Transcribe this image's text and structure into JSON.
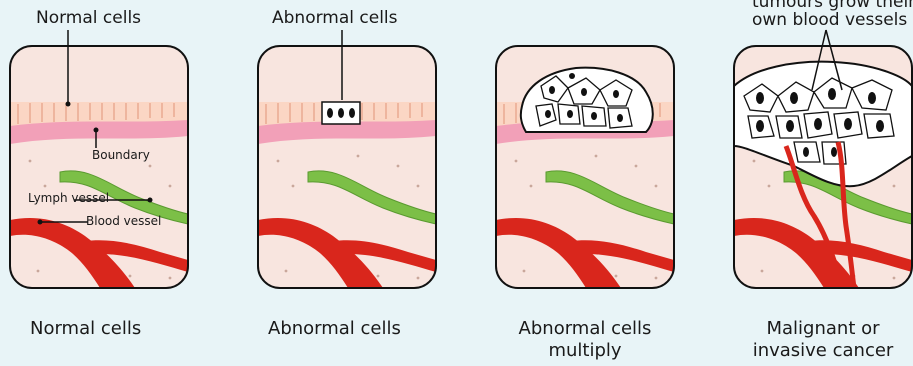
{
  "panels": [
    {
      "top_label": "Normal cells",
      "caption": "Normal cells"
    },
    {
      "top_label": "Abnormal cells",
      "caption": "Abnormal cells"
    },
    {
      "top_label": "",
      "caption_line1": "Abnormal cells",
      "caption_line2": "multiply"
    },
    {
      "top_label_line1": "tumours grow their",
      "top_label_line2": "own blood vessels",
      "caption_line1": "Malignant or",
      "caption_line2": "invasive cancer"
    }
  ],
  "annotations": {
    "boundary": "Boundary",
    "lymph_vessel": "Lymph vessel",
    "blood_vessel": "Blood vessel"
  },
  "colors": {
    "background": "#e8f4f7",
    "tissue": "#f8e5df",
    "boundary": "#f2a0b8",
    "cells": "#fbd6c4",
    "lymph": "#7cbf47",
    "blood": "#d9261c",
    "outline": "#111111"
  }
}
